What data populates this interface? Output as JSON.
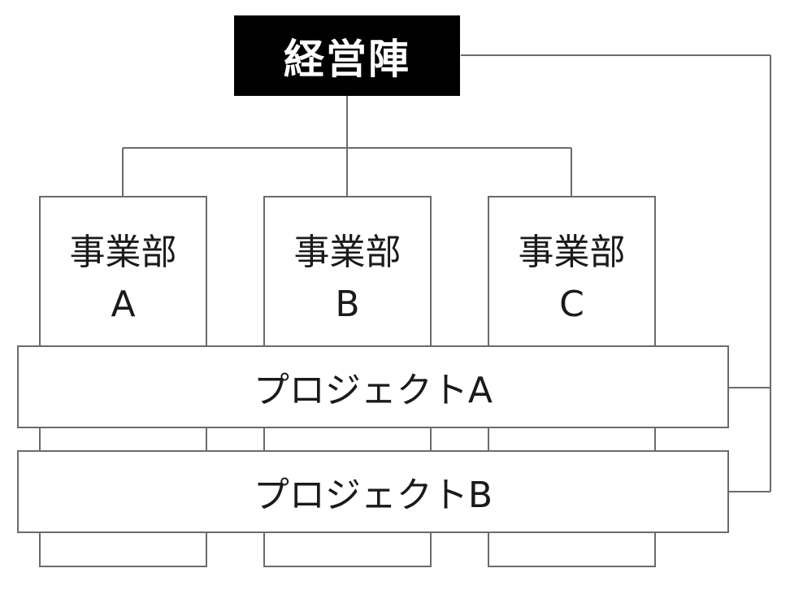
{
  "management": {
    "label": "経営陣"
  },
  "departments": [
    {
      "name": "事業部",
      "letter": "A"
    },
    {
      "name": "事業部",
      "letter": "B"
    },
    {
      "name": "事業部",
      "letter": "C"
    }
  ],
  "projects": [
    {
      "label": "プロジェクトA"
    },
    {
      "label": "プロジェクトB"
    }
  ],
  "colors": {
    "management_fill": "#000000",
    "line": "#6b6b6b"
  }
}
